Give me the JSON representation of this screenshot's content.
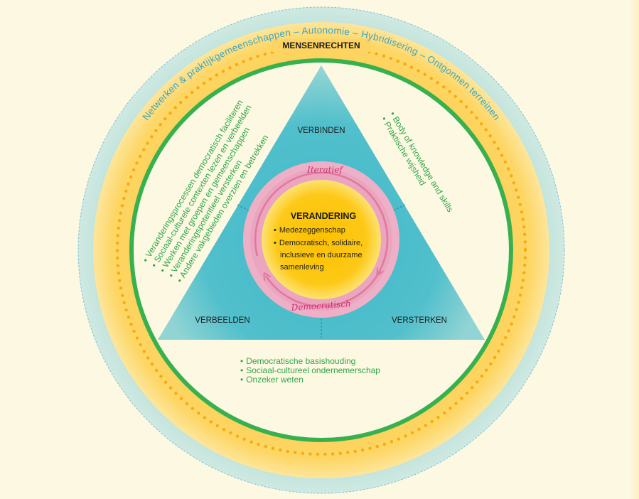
{
  "outer_ring": {
    "segments": [
      "Netwerken & praktijkgemeenschappen",
      "Autonomie",
      "Hybridisering",
      "Ontgonnen terreinen"
    ],
    "separator": "–"
  },
  "rights_ring": {
    "title": "MENSENRECHTEN"
  },
  "triangle": {
    "corners": {
      "top": "VERBINDEN",
      "bottom_left": "VERBEELDEN",
      "bottom_right": "VERSTERKEN"
    }
  },
  "left_list": [
    "Veranderingsprocessen democratisch faciliteren",
    "Sociaal-culturele contexten lezen en verbeelden",
    "Werken met groepen en gemeenschappen",
    "Veranderingspotentieel versterken",
    "Andere vakgebieden overzien en betrekken"
  ],
  "right_list": [
    "Body of knowledge and skills",
    "Praktische wijsheid"
  ],
  "bottom_list": [
    "Democratische basishouding",
    "Sociaal-cultureel ondernemerschap",
    "Onzeker weten"
  ],
  "center": {
    "title": "VERANDERING",
    "items": [
      "Medezeggenschap",
      "Democratisch, solidaire,"
    ],
    "item_continuation": [
      "inclusieve en duurzame",
      "samenleving"
    ],
    "cycle_top": "Iteratief",
    "cycle_bottom": "Democratisch"
  },
  "bullet": "•",
  "colors": {
    "background": "#fdf8e2",
    "outer_ring": "#c7e6de",
    "outer_ring_text": "#3ba6c4",
    "rights_ring": "#fdd462",
    "dots": "#f9ab10",
    "green": "#37b14f",
    "triangle": "#4fbfcc",
    "pink": "#ecaac2",
    "pink_dark": "#e2789f",
    "core": "#fdc910"
  }
}
